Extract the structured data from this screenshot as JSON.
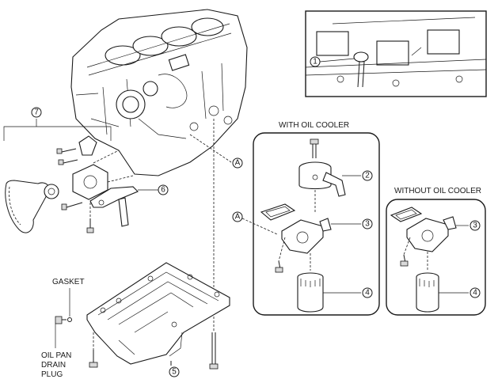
{
  "labels": {
    "with_oil_cooler": "WITH OIL COOLER",
    "without_oil_cooler": "WITHOUT OIL COOLER",
    "gasket": "GASKET",
    "drain_plug_line1": "OIL PAN",
    "drain_plug_line2": "DRAIN",
    "drain_plug_line3": "PLUG"
  },
  "callouts": {
    "c1": "1",
    "c2": "2",
    "c3a": "3",
    "c3b": "3",
    "c4a": "4",
    "c4b": "4",
    "c5": "5",
    "c6": "6",
    "c7": "7",
    "refA1": "A",
    "refA2": "A"
  }
}
